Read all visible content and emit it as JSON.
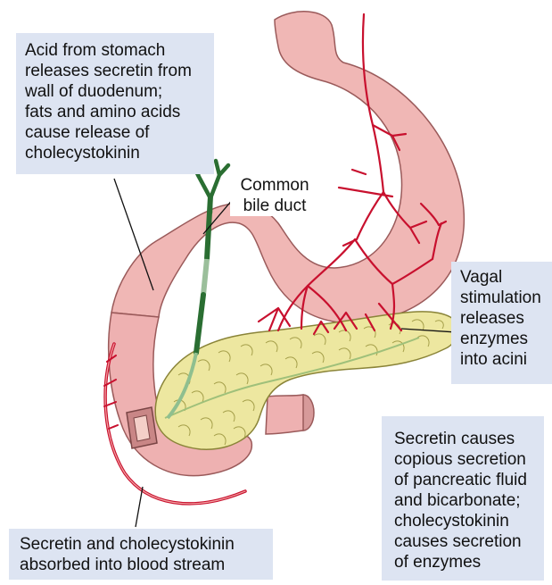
{
  "labels": {
    "acid_stomach": "Acid from stomach\nreleases secretin from\nwall of duodenum;\nfats and amino acids\ncause release of\ncholecystokinin",
    "common_bile_duct": "Common\nbile duct",
    "vagal": "Vagal\nstimulation\nreleases\nenzymes\ninto acini",
    "secretin_causes": "Secretin causes\ncopious secretion\nof pancreatic fluid\nand bicarbonate;\ncholecystokinin\ncauses secretion\nof enzymes",
    "absorbed": "Secretin and cholecystokinin\nabsorbed into blood stream"
  },
  "colors": {
    "label_box": "#dde4f2",
    "stomach": "#f0b7b5",
    "stomach_outline": "#9a5a5a",
    "duodenum": "#eeb1b1",
    "pancreas": "#ede7a0",
    "pancreas_outline": "#8a8438",
    "bile_duct": "#2a6e32",
    "nerve": "#c8102e"
  }
}
